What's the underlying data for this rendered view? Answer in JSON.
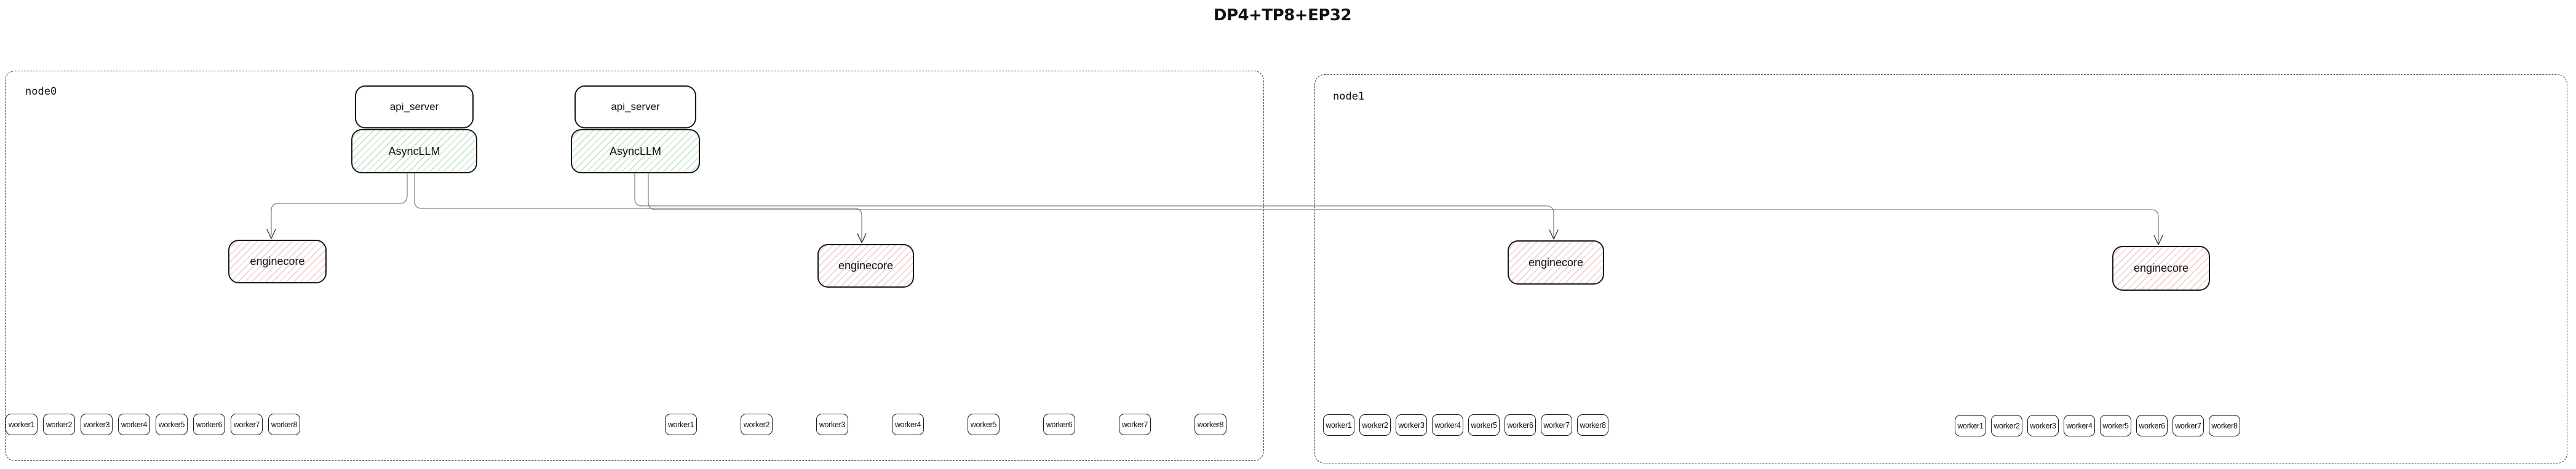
{
  "title": "DP4+TP8+EP32",
  "colors": {
    "asyncllm_hatch": "#78cd87",
    "enginecore_hatch": "#e48c8c",
    "box_border": "#1a1a1a",
    "node_border": "#3a3a3a",
    "connector": "#858585",
    "background": "#ffffff"
  },
  "node0": {
    "label": "node0",
    "stacks": [
      {
        "api_server": "api_server",
        "asyncllm": "AsyncLLM"
      },
      {
        "api_server": "api_server",
        "asyncllm": "AsyncLLM"
      }
    ],
    "enginecores": [
      "enginecore",
      "enginecore"
    ],
    "worker_groups": [
      [
        "worker1",
        "worker2",
        "worker3",
        "worker4",
        "worker5",
        "worker6",
        "worker7",
        "worker8"
      ],
      [
        "worker1",
        "worker2",
        "worker3",
        "worker4",
        "worker5",
        "worker6",
        "worker7",
        "worker8"
      ]
    ]
  },
  "node1": {
    "label": "node1",
    "enginecores": [
      "enginecore",
      "enginecore"
    ],
    "worker_groups": [
      [
        "worker1",
        "worker2",
        "worker3",
        "worker4",
        "worker5",
        "worker6",
        "worker7",
        "worker8"
      ],
      [
        "worker1",
        "worker2",
        "worker3",
        "worker4",
        "worker5",
        "worker6",
        "worker7",
        "worker8"
      ]
    ]
  },
  "edges": [
    {
      "from": "AsyncLLM-1",
      "to": "enginecore-1"
    },
    {
      "from": "AsyncLLM-1",
      "to": "enginecore-2"
    },
    {
      "from": "AsyncLLM-2",
      "to": "enginecore-3"
    },
    {
      "from": "AsyncLLM-2",
      "to": "enginecore-4"
    }
  ]
}
